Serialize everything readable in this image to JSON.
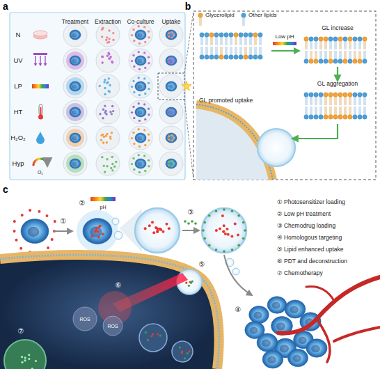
{
  "diagram": {
    "nodes": [
      {
        "text": [
          "GL increase"
        ]
      },
      {
        "text": [
          "GL aggregation"
        ]
      },
      {
        "text": [
          "GL promoted uptake"
        ]
      }
    ],
    "edges": [
      {
        "from": 0,
        "to": 1,
        "arrow": "to"
      },
      {
        "from": 1,
        "to": 2,
        "arrow": "to"
      }
    ],
    "labels": [
      "a",
      "Treatment",
      "Extraction",
      "Co-culture",
      "Uptake",
      "N",
      "UV",
      "LP",
      "HT",
      "H₂O₂",
      "Hyp",
      "O₂",
      "b",
      "Low pH",
      "c",
      "①",
      "②",
      "pH",
      "③",
      "④",
      "⑤",
      "⑥",
      "⑦",
      "ROS",
      "ROS",
      "① Photosensitizer loading",
      "② Low pH treatment",
      "③ Chemodrug loading",
      "④ Homologous targeting",
      "⑤ Lipid enhanced uptake",
      "⑥ PDT and deconstruction",
      "⑦ Chemotherapy"
    ],
    "legend": [
      {
        "text": "Glycerolipid"
      },
      {
        "text": "Other lipids"
      }
    ]
  }
}
